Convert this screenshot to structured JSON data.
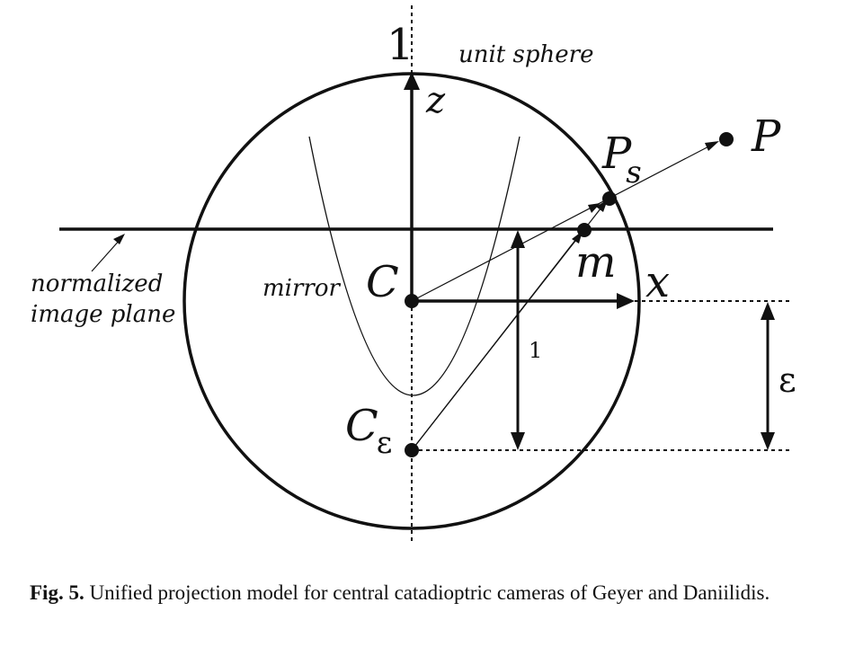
{
  "figure": {
    "labels": {
      "axis_top": "1",
      "unit_sphere": "unit sphere",
      "z_axis": "z",
      "x_axis": "x",
      "point_P": "P",
      "point_Ps": "P",
      "point_Ps_sub": "s",
      "point_m": "m",
      "center_C": "C",
      "center_Ceps": "C",
      "center_Ceps_sub": "ε",
      "mirror": "mirror",
      "plane_line1": "normalized",
      "plane_line2": "image plane",
      "dim_one": "1",
      "dim_eps": "ε"
    }
  },
  "caption": {
    "label": "Fig. 5.",
    "text": "Unified projection model for central catadioptric cameras of Geyer and Daniilidis."
  }
}
